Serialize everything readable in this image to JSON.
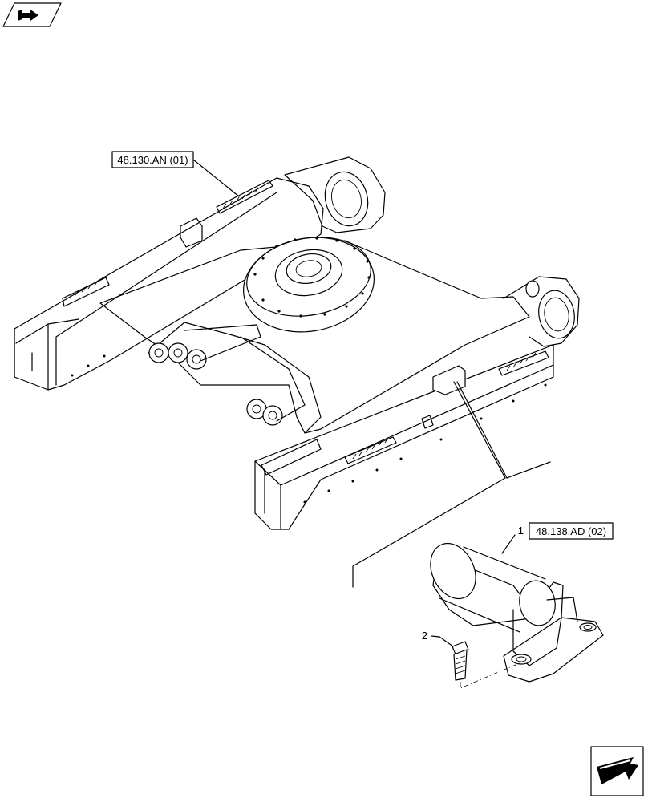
{
  "references": {
    "upper": "48.130.AN (01)",
    "lower": "48.138.AD (02)"
  },
  "callouts": {
    "part1": "1",
    "part2": "2"
  },
  "icons": {
    "top_left": "book-arrow-icon",
    "bottom_right": "next-page-arrow-icon"
  }
}
